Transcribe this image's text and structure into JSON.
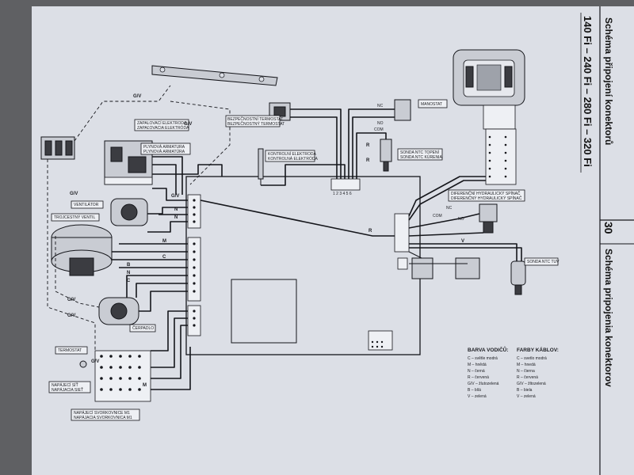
{
  "sidebar": {
    "title_top": "Schéma připojení konektorů",
    "models": "140 Fi – 240 Fi – 280 Fi – 320 Fi",
    "page_number": "30",
    "title_bottom": "Schéma pripojenia konektorov"
  },
  "labels": {
    "ignition_electrode": "ZAPALOVACÍ ELEKTRODA",
    "ignition_electrode_sk": "ZAPAĽOVACIA ELEKTRÓDA",
    "gas_valve": "PLYNOVÁ ARMATURA",
    "gas_valve_sk": "PLYNOVÁ ARMATÚRA",
    "safety_thermostat": "BEZPEČNOSTNÍ TERMOSTAT",
    "safety_thermostat_sk": "BEZPEČNOSTNÝ TERMOSTAT",
    "manostat": "MANOSTAT",
    "control_electrode": "KONTROLNÍ ELEKTRODA",
    "control_electrode_sk": "KONTROLNÁ ELEKTRÓDA",
    "ntc_heating": "SONDA NTC TOPENÍ",
    "ntc_heating_sk": "SONDA NTC KÚRENIA",
    "fan": "VENTILÁTOR",
    "three_way_valve": "TROJCESTNÝ VENTIL",
    "diff_switch": "DIFERENČNÍ HYDRAULICKÝ SPÍNAČ",
    "diff_switch_sk": "DIFERENČNÝ HYDRAULICKÝ SPÍNAČ",
    "ntc_dhw": "SONDA NTC TUV",
    "pump": "ČERPADLO",
    "thermostat": "TERMOSTAT",
    "mains": "NAPÁJECÍ SÍŤ",
    "mains_sk": "NAPÁJACIA SIEŤ",
    "terminal_m1": "NAPÁJECÍ SVORKOVNICE M1",
    "terminal_m1_sk": "NAPÁJACIA SVORKOVNICA M1",
    "connector_numbers": "1 2 3 4 5 6",
    "nc": "NC",
    "no": "NO",
    "com": "COM"
  },
  "wire_letters": {
    "gv": "G/V",
    "n": "N",
    "r": "R",
    "c": "C",
    "m": "M",
    "b": "B",
    "v": "V"
  },
  "legend_cz": {
    "title": "BARVA VODIČŮ:",
    "items": [
      "C – světle modrá",
      "M – hnědá",
      "N – černá",
      "R – červená",
      "G/V – žlutozelená",
      "B – bílá",
      "V – zelená"
    ]
  },
  "legend_sk": {
    "title": "FARBY KÁBLOV:",
    "items": [
      "C – svetlo modrá",
      "M – hnedá",
      "N – čierna",
      "R – červená",
      "G/V – žltozelená",
      "B – biela",
      "V – zelená"
    ]
  },
  "colors": {
    "page": "#dcdfe6",
    "ink": "#15161b",
    "background": "#5f6063"
  }
}
